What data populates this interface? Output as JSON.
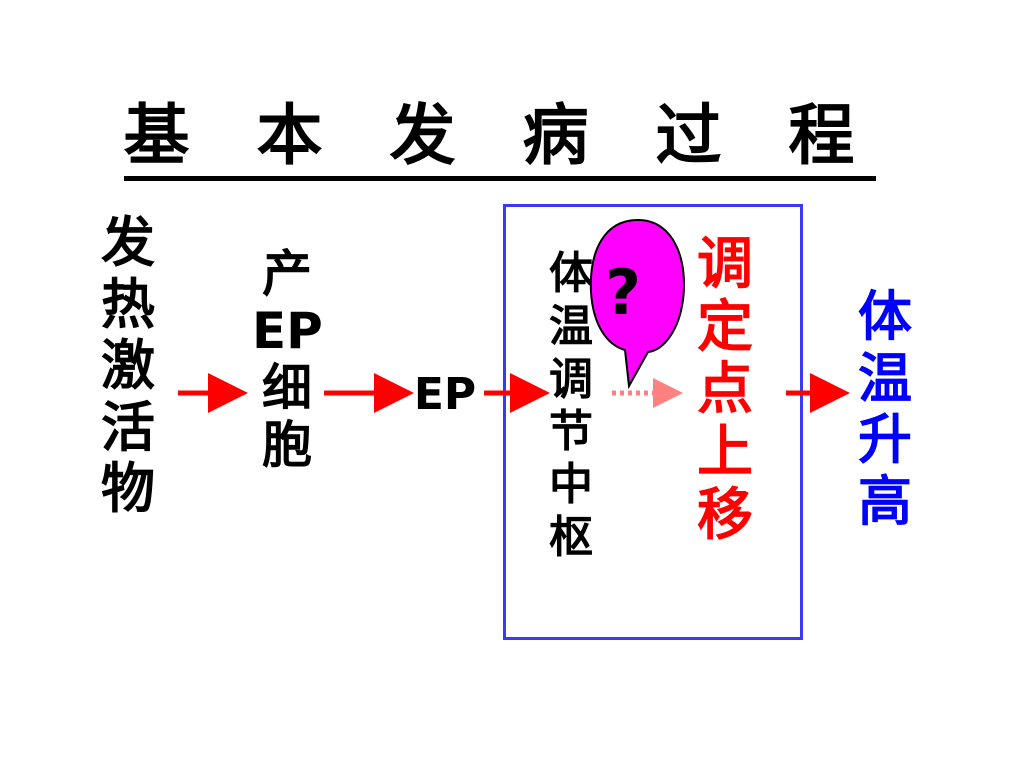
{
  "title": "基 本 发 病 过 程",
  "nodes": {
    "activator": "发\n热\n激\n活\n物",
    "producing_cells": "产\nEP\n细\n胞",
    "ep": "EP",
    "thermo_center": "体\n温\n调\n节\n中\n枢",
    "setpoint": "调\n定\n点\n上\n移",
    "temp_rise": "体\n温\n升\n高"
  },
  "question_mark": "?",
  "colors": {
    "text_black": "#000000",
    "text_red": "#ff0000",
    "text_blue": "#0000ff",
    "arrow_red": "#ff0000",
    "dotted_arrow": "#ff6060",
    "box_border": "#3a3af5",
    "bubble_fill": "#ff00ff"
  }
}
